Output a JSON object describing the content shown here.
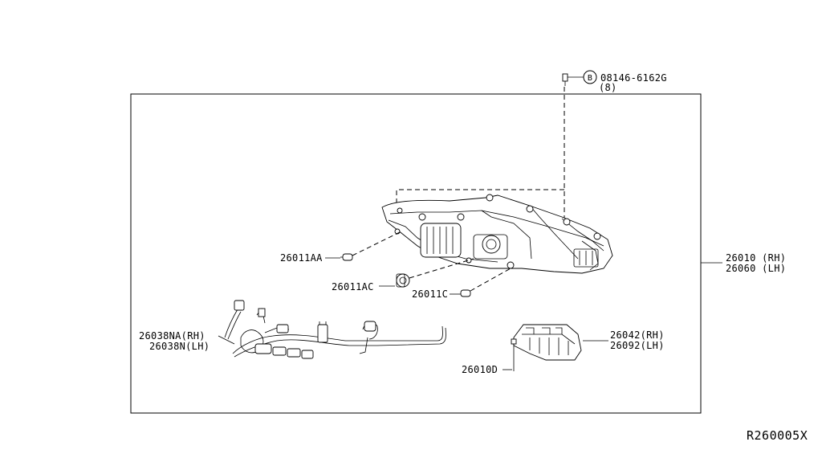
{
  "diagram": {
    "reference_code": "R260005X",
    "bolt_callout": {
      "symbol": "B",
      "part_number": "08146-6162G",
      "quantity": "(8)"
    },
    "labels": {
      "headlamp_rh": "26010 (RH)",
      "headlamp_lh": "26060 (LH)",
      "bulb_aa": "26011AA",
      "bulb_ac": "26011AC",
      "bulb_c": "26011C",
      "harness_rh": "26038NA(RH)",
      "harness_lh": "26038N(LH)",
      "bracket_rh": "26042(RH)",
      "bracket_lh": "26092(LH)",
      "screw": "26010D"
    }
  }
}
